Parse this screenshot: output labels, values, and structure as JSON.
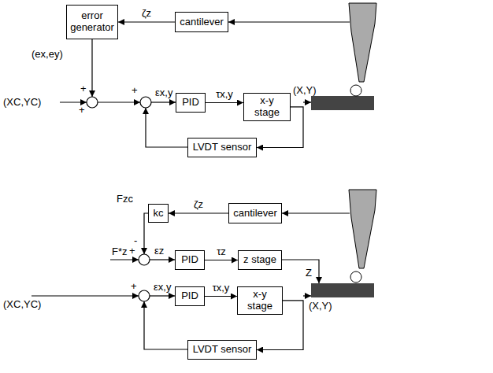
{
  "diagram": {
    "nodes": [
      {
        "text": [
          "error generator"
        ]
      },
      {
        "text": [
          "cantilever"
        ]
      },
      {
        "text": [
          "PID"
        ]
      },
      {
        "text": [
          "x-y stage"
        ]
      },
      {
        "text": [
          "LVDT sensor"
        ]
      },
      {
        "text": [
          "cantilever"
        ]
      },
      {
        "text": [
          "kc"
        ]
      },
      {
        "text": [
          "PID"
        ]
      },
      {
        "text": [
          "z stage"
        ]
      },
      {
        "text": [
          "PID"
        ]
      },
      {
        "text": [
          "x-y stage"
        ]
      },
      {
        "text": [
          "LVDT sensor"
        ]
      }
    ],
    "edges": [
      {
        "from": 1,
        "to": 0,
        "arrow": "to",
        "label": "ζz"
      },
      {
        "from": 2,
        "to": 3,
        "arrow": "to",
        "label": "τx,y"
      },
      {
        "from": 3,
        "to": 4,
        "arrow": "to"
      },
      {
        "from": 5,
        "to": 6,
        "arrow": "to",
        "label": "ζz"
      },
      {
        "from": 7,
        "to": 8,
        "arrow": "to",
        "label": "τz"
      },
      {
        "from": 9,
        "to": 10,
        "arrow": "to",
        "label": "τx,y"
      },
      {
        "from": 10,
        "to": 11,
        "arrow": "to"
      }
    ],
    "labels": [
      "(ex,ey)",
      "+",
      "+",
      "(XC,YC)",
      "+",
      "εx,y",
      "(X,Y)",
      "Fzc",
      "-",
      "F*z",
      "+",
      "εz",
      "Z",
      "+",
      "(XC,YC)",
      "εx,y",
      "(X,Y)"
    ]
  }
}
